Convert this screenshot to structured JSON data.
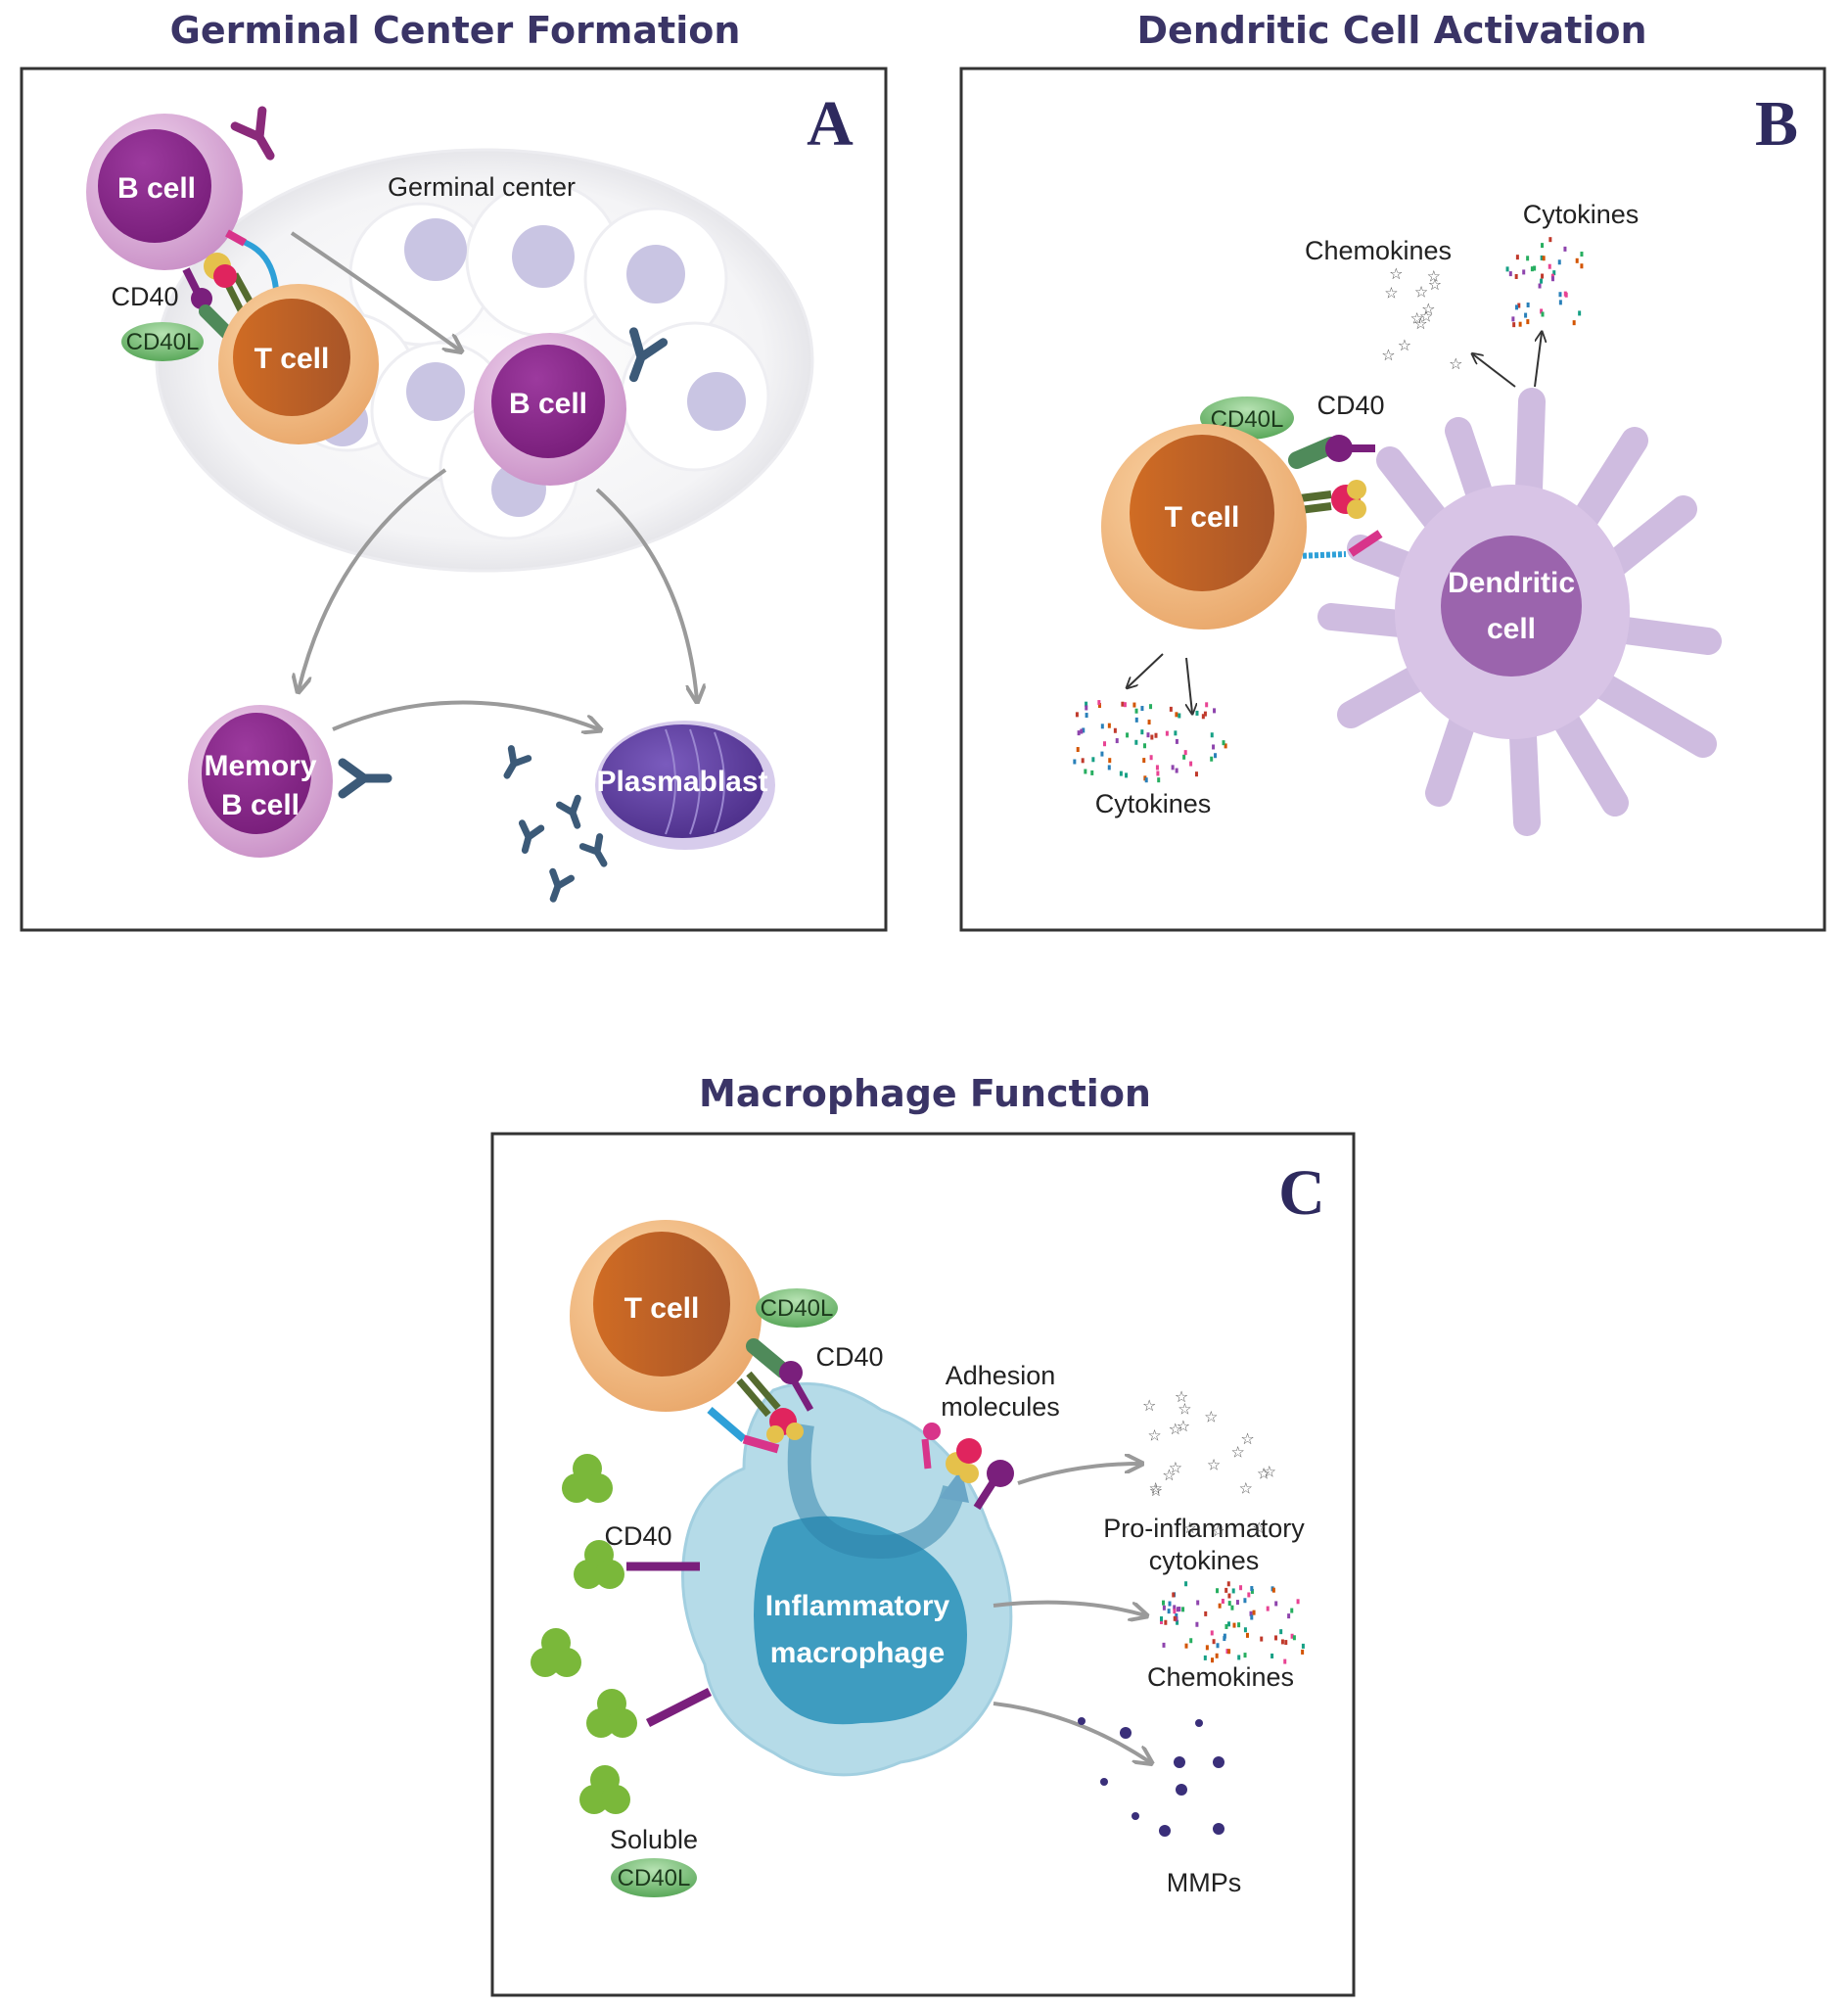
{
  "panels": [
    {
      "id": "A",
      "title": "Germinal Center Formation",
      "letter": "A",
      "labels": {
        "germinal_center": "Germinal center",
        "b_cell_top": "B cell",
        "t_cell": "T cell",
        "b_cell_center": "B cell",
        "cd40": "CD40",
        "cd40l": "CD40L",
        "memory_line1": "Memory",
        "memory_line2": "B cell",
        "plasmablast": "Plasmablast"
      }
    },
    {
      "id": "B",
      "title": "Dendritic Cell Activation",
      "letter": "B",
      "labels": {
        "t_cell": "T cell",
        "dendritic_line1": "Dendritic",
        "dendritic_line2": "cell",
        "cd40": "CD40",
        "cd40l": "CD40L",
        "chemokines": "Chemokines",
        "cytokines_top": "Cytokines",
        "cytokines_bottom": "Cytokines"
      }
    },
    {
      "id": "C",
      "title": "Macrophage Function",
      "letter": "C",
      "labels": {
        "t_cell": "T cell",
        "cd40l": "CD40L",
        "cd40_top": "CD40",
        "adhesion_line1": "Adhesion",
        "adhesion_line2": "molecules",
        "macrophage_line1": "Inflammatory",
        "macrophage_line2": "macrophage",
        "proinflam_line1": "Pro-inflammatory",
        "proinflam_line2": "cytokines",
        "chemokines": "Chemokines",
        "mmps": "MMPs",
        "cd40_left": "CD40",
        "soluble": "Soluble",
        "soluble_cd40l": "CD40L"
      }
    }
  ],
  "colors": {
    "title": "#3a3466",
    "b_cell": "#8a2a8a",
    "b_cell_membrane": "#d9a6d6",
    "t_cell": "#c0642a",
    "t_cell_membrane": "#f2bd84",
    "dendritic": "#d8c4e6",
    "dendritic_nucleus": "#9b64ad",
    "macrophage": "#b5dbe8",
    "macrophage_nucleus": "#3e9cc0",
    "cd40l_pill": "#7cc47a",
    "plasmablast": "#5a3b9a",
    "antibody": "#3c5a78",
    "mmp_dot": "#3a2f7a"
  }
}
